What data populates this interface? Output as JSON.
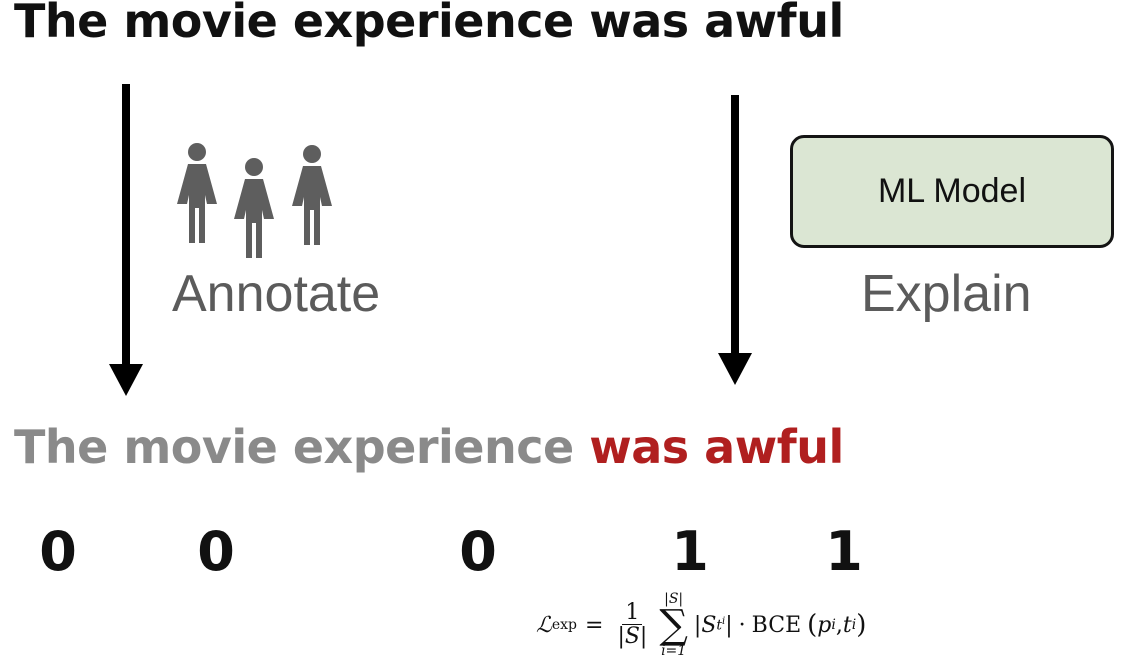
{
  "heading": "The movie experience was awful",
  "annotate_label": "Annotate",
  "explain_label": "Explain",
  "model_label": "ML Model",
  "sentence": {
    "plain": "The movie experience",
    "highlight": "was awful"
  },
  "token_scores": [
    "0",
    "0",
    "0",
    "1",
    "1"
  ],
  "formula": {
    "lhs": "ℒ",
    "lhs_sub": "exp",
    "eq": "=",
    "frac_num": "1",
    "frac_den": "|S|",
    "sum_upper": "|S|",
    "sum_lower": "i=1",
    "term1": "|S",
    "term1_sub": "t",
    "term1_subsup": "i",
    "term1_close": "|",
    "dot": "·",
    "op": "BCE",
    "args_open": "(",
    "p": "p",
    "p_sup": "i",
    "comma": ", ",
    "t": "t",
    "t_sup": "i",
    "args_close": ")"
  },
  "colors": {
    "highlight": "#b01f1f",
    "muted_text": "#8a8a8a",
    "model_fill": "#dbe6d3",
    "person_icon": "#5e5e5e"
  },
  "icons": [
    "person-icon",
    "person-icon",
    "person-icon"
  ]
}
